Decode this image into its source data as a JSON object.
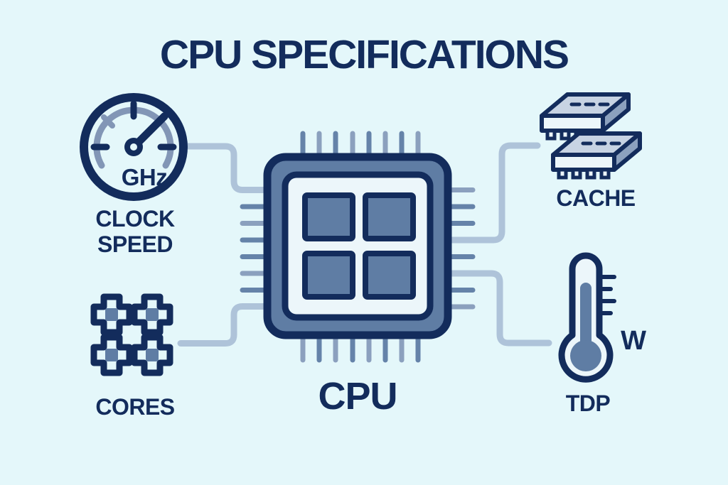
{
  "title": "CPU SPECIFICATIONS",
  "colors": {
    "background": "#e4f7fa",
    "navy": "#132c5c",
    "steel": "#5f7da4",
    "steel_light": "#8296b6",
    "connector": "#aec3d9",
    "face_light": "#ecf6fa",
    "face_top": "#c7d3e3",
    "face_side": "#8ca1be",
    "pin_a": "#6583a9",
    "pin_b": "#8ba0be"
  },
  "center_chip": {
    "label": "CPU",
    "cores_shown": 4,
    "pins_per_side": 8
  },
  "nodes": [
    {
      "id": "clock-speed",
      "label": "CLOCK SPEED",
      "unit": "GHz",
      "icon": "gauge-icon",
      "position": "left-top"
    },
    {
      "id": "cores",
      "label": "CORES",
      "icon": "cores-grid-icon",
      "position": "left-bottom"
    },
    {
      "id": "cache",
      "label": "CACHE",
      "icon": "memory-chips-icon",
      "position": "right-top"
    },
    {
      "id": "tdp",
      "label": "TDP",
      "unit": "W",
      "icon": "thermometer-icon",
      "position": "right-bottom"
    }
  ]
}
